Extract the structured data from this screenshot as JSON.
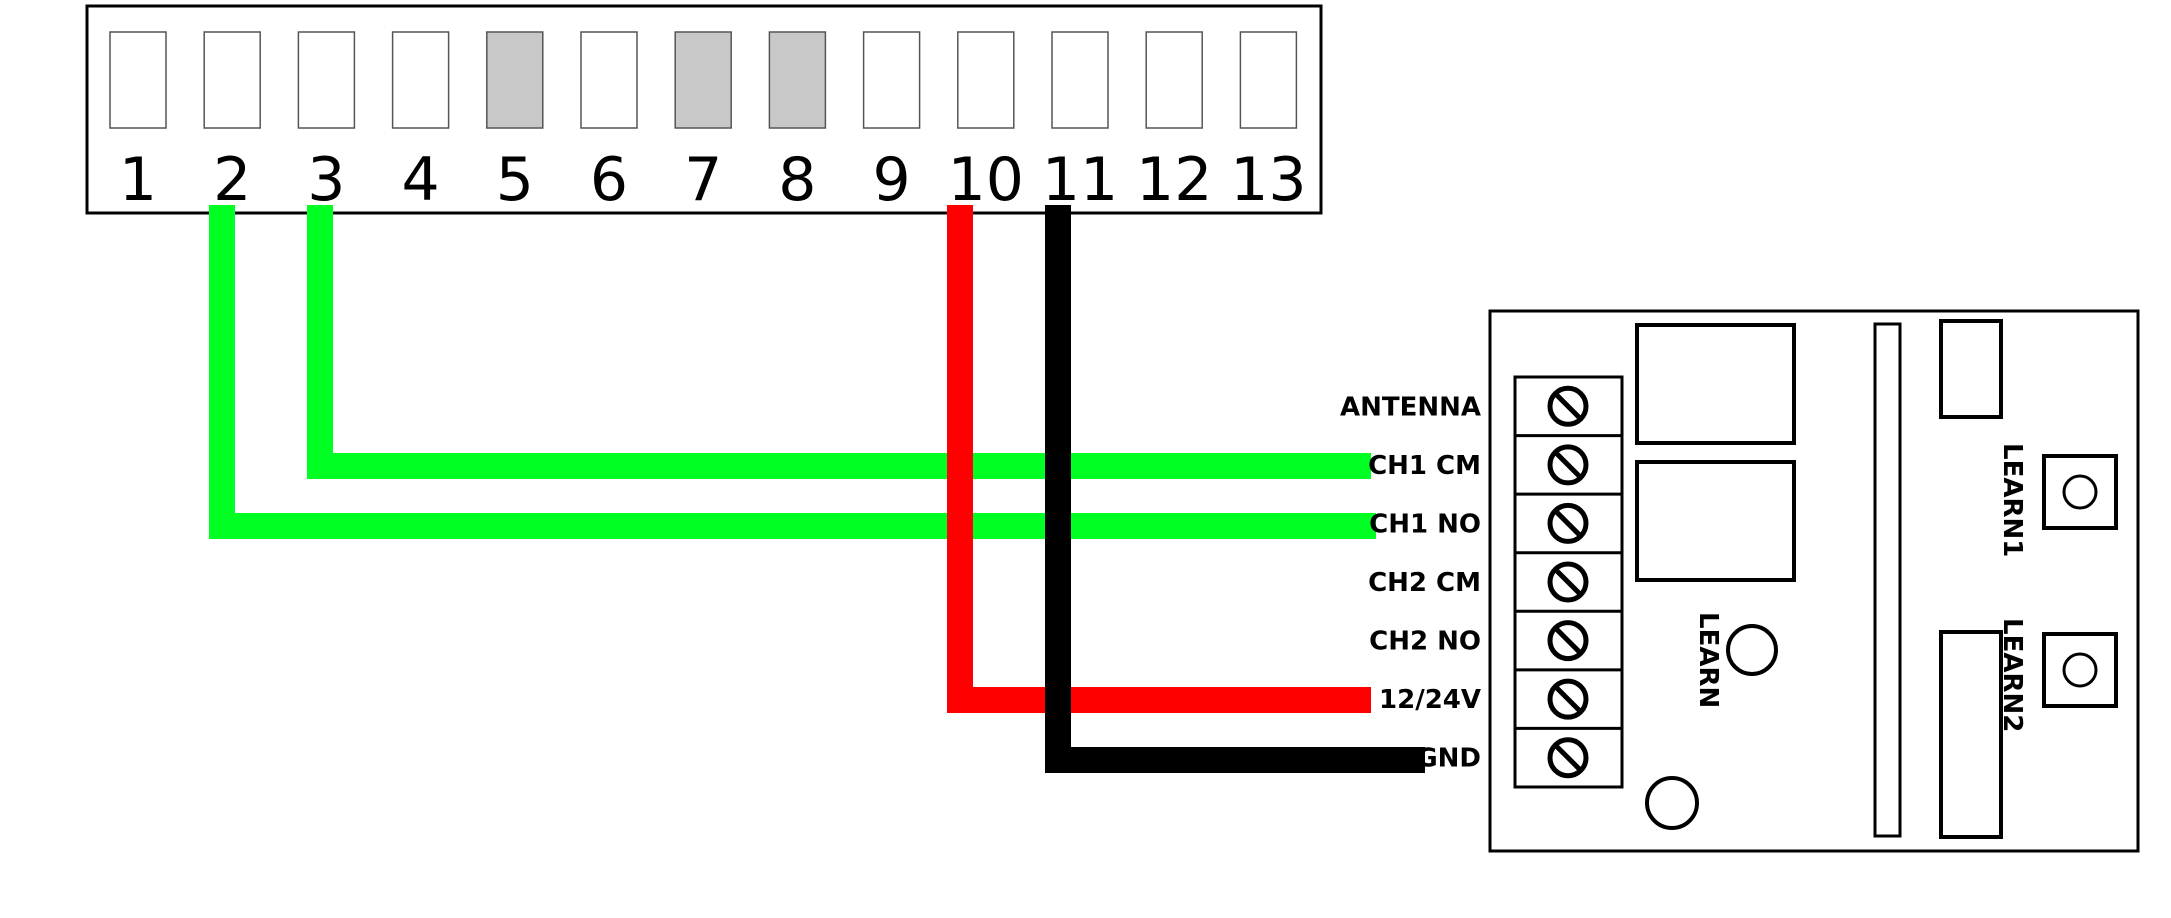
{
  "terminal_strip": {
    "numbers": [
      "1",
      "2",
      "3",
      "4",
      "5",
      "6",
      "7",
      "8",
      "9",
      "10",
      "11",
      "12",
      "13"
    ],
    "shaded": [
      5,
      7,
      8
    ],
    "colors": {
      "empty": "#ffffff",
      "shaded": "#c8c8c8"
    }
  },
  "receiver": {
    "terminals": [
      "ANTENNA",
      "CH1 CM",
      "CH1 NO",
      "CH2 CM",
      "CH2 NO",
      "12/24V",
      "GND"
    ],
    "buttons": {
      "learn": "LEARN",
      "learn1": "LEARN1",
      "learn2": "LEARN2"
    }
  },
  "wires": [
    {
      "from_terminal": "3",
      "to": "CH1 CM",
      "color": "#00ff22"
    },
    {
      "from_terminal": "2",
      "to": "CH1 NO",
      "color": "#00ff22"
    },
    {
      "from_terminal": "10",
      "to": "12/24V",
      "color": "#ff0000"
    },
    {
      "from_terminal": "11",
      "to": "GND",
      "color": "#000000"
    }
  ]
}
